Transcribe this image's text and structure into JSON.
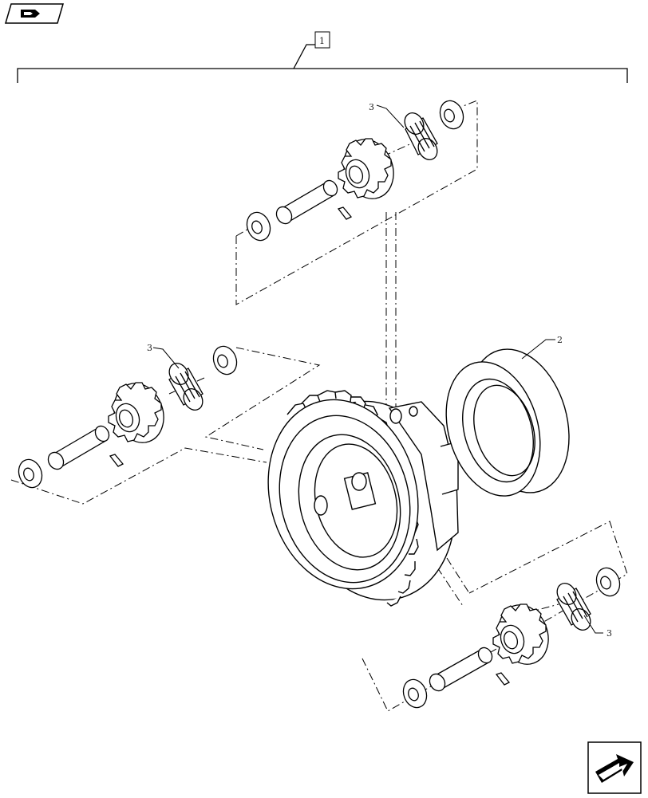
{
  "callouts": {
    "assembly": "1",
    "bearing": "2",
    "bushing_upper": "3",
    "bushing_left": "3",
    "bushing_lower": "3"
  },
  "icons": {
    "top_left": "book-nav-icon",
    "bottom_right": "next-arrow-icon"
  },
  "colors": {
    "line": "#000000",
    "background": "#ffffff"
  }
}
